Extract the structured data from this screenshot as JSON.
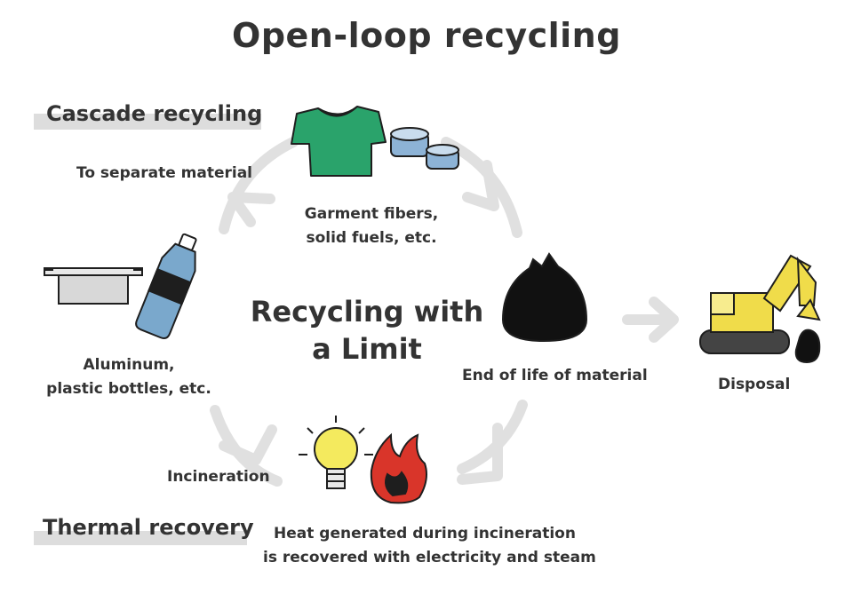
{
  "title": "Open-loop recycling",
  "center_label": {
    "line1": "Recycling with",
    "line2": "a Limit"
  },
  "sections": {
    "cascade": {
      "heading": "Cascade recycling"
    },
    "thermal": {
      "heading": "Thermal recovery"
    }
  },
  "labels": {
    "separate": "To separate material",
    "garment_line1": "Garment fibers,",
    "garment_line2": "solid fuels, etc.",
    "aluminum_line1": "Aluminum,",
    "aluminum_line2": "plastic bottles, etc.",
    "end_of_life": "End of life of material",
    "disposal": "Disposal",
    "incineration": "Incineration",
    "heat_line1": "Heat generated during incineration",
    "heat_line2": "is recovered with electricity and steam"
  },
  "icons": [
    "t-shirt-icon",
    "solid-fuel-icon",
    "pot-icon",
    "plastic-bottle-icon",
    "garbage-bag-icon",
    "excavator-icon",
    "light-bulb-icon",
    "fire-icon"
  ],
  "colors": {
    "text": "#333333",
    "cycle_arrow": "#e0e0e0",
    "section_bar": "#dddddd",
    "shirt": "#2aa36b",
    "bottle": "#7aa8cc",
    "fuel": "#8db3d6",
    "excavator": "#f0dc4a",
    "bulb": "#f4ea5e",
    "fire": "#d9352a",
    "bag": "#111111"
  }
}
